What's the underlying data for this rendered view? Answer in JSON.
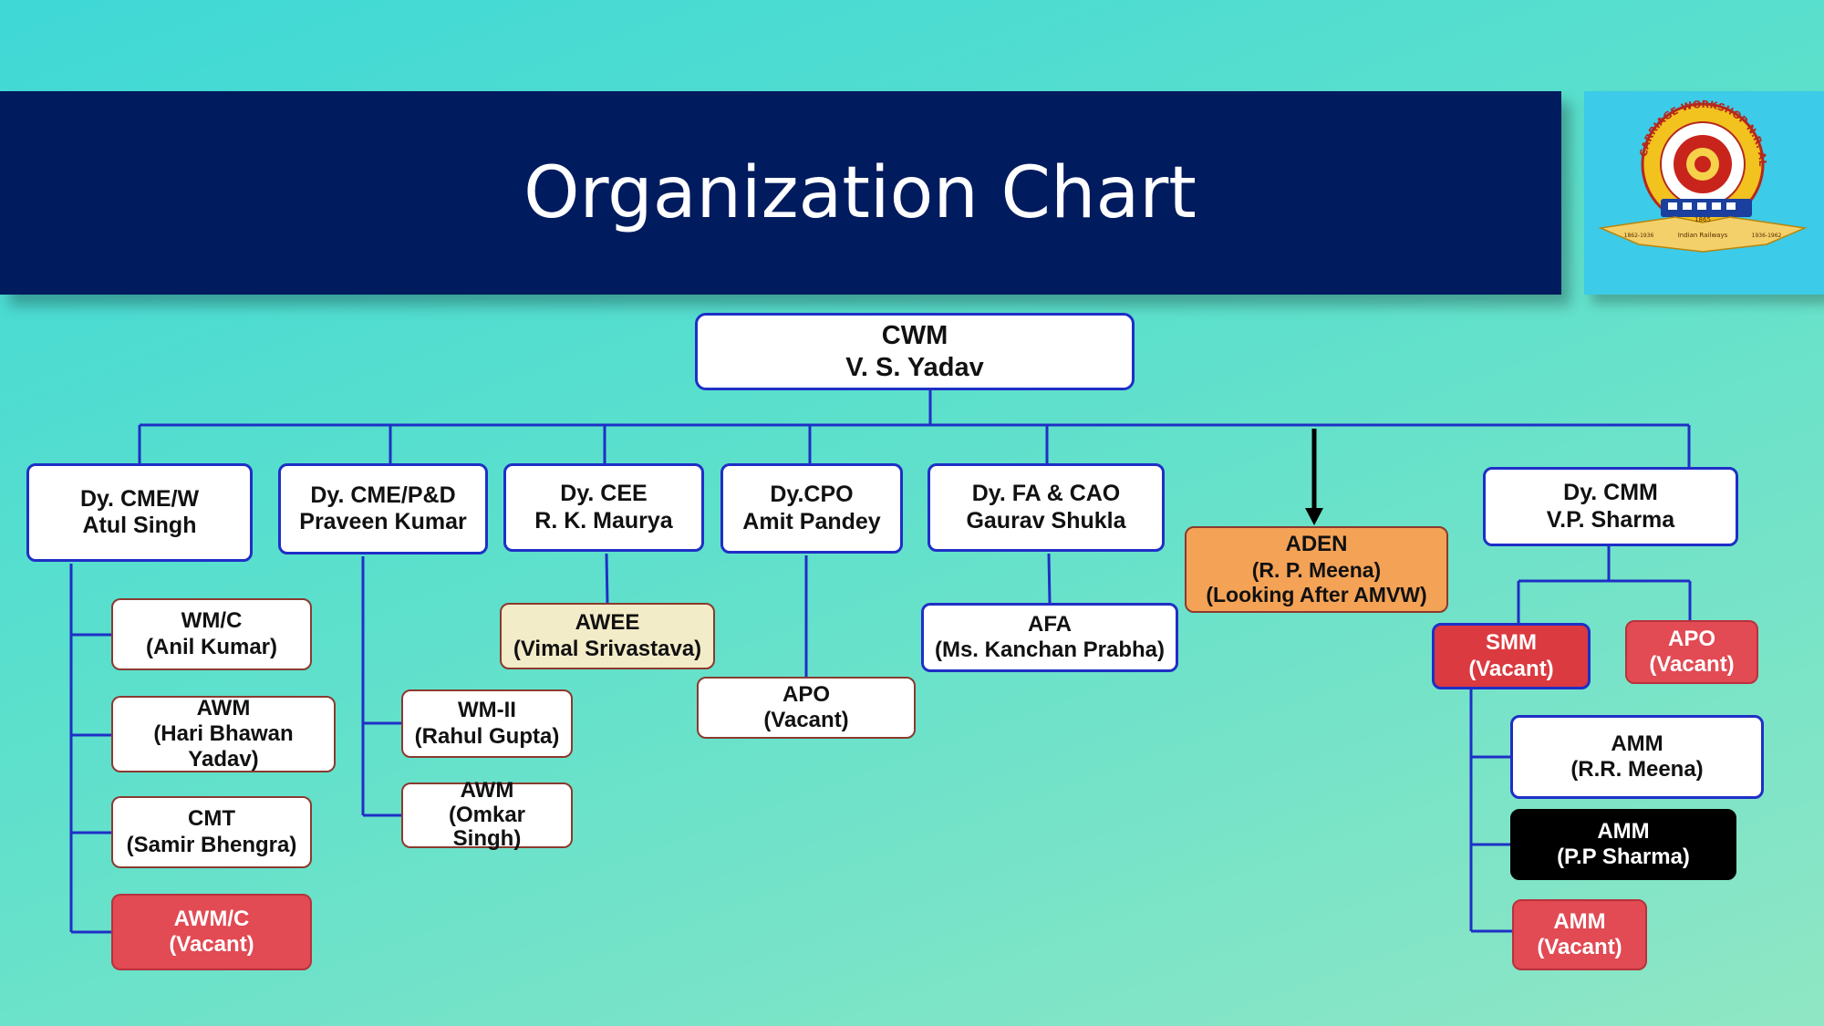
{
  "header": {
    "title": "Organization Chart"
  },
  "logo": {
    "ring_text": "CARRIAGE WORKSHOP N.R. ALAMBAGH",
    "tiny_text": [
      "1865",
      "Indian Railways",
      "1862-1936",
      "1936-1962"
    ]
  },
  "colors": {
    "header_bg": "#001b5e",
    "line": "#1f2fc6",
    "vacant": "#e24a54",
    "aden": "#f4a256",
    "awee": "#f3ecc8"
  },
  "org": {
    "root": {
      "title": "CWM",
      "name": "V. S. Yadav"
    },
    "cme_w": {
      "title": "Dy. CME/W",
      "name": "Atul Singh"
    },
    "cme_pd": {
      "title": "Dy. CME/P&D",
      "name": "Praveen Kumar"
    },
    "cee": {
      "title": "Dy. CEE",
      "name": "R. K. Maurya"
    },
    "cpo": {
      "title": "Dy.CPO",
      "name": "Amit Pandey"
    },
    "fa": {
      "title": "Dy. FA & CAO",
      "name": "Gaurav Shukla"
    },
    "aden": {
      "title": "ADEN",
      "name": "(R. P. Meena)",
      "note": "(Looking After AMVW)"
    },
    "cmm": {
      "title": "Dy. CMM",
      "name": "V.P. Sharma"
    },
    "wm_c": {
      "title": "WM/C",
      "name": "(Anil Kumar)"
    },
    "awm_hb": {
      "title": "AWM",
      "name": "(Hari Bhawan",
      "name2": "Yadav)"
    },
    "cmt": {
      "title": "CMT",
      "name": "(Samir Bhengra)"
    },
    "awm_c": {
      "title": "AWM/C",
      "name": "(Vacant)"
    },
    "wm2": {
      "title": "WM-II",
      "name": "(Rahul Gupta)"
    },
    "awm_os": {
      "title": "AWM",
      "name": "(Omkar",
      "name2": "Singh)"
    },
    "awee": {
      "title": "AWEE",
      "name": "(Vimal Srivastava)"
    },
    "apo_cpo": {
      "title": "APO",
      "name": "(Vacant)"
    },
    "afa": {
      "title": "AFA",
      "name": "(Ms. Kanchan Prabha)"
    },
    "smm": {
      "title": "SMM",
      "name": "(Vacant)"
    },
    "apo_cmm": {
      "title": "APO",
      "name": "(Vacant)"
    },
    "amm_rr": {
      "title": "AMM",
      "name": "(R.R. Meena)"
    },
    "amm_pp": {
      "title": "AMM",
      "name": "(P.P Sharma)"
    },
    "amm_v": {
      "title": "AMM",
      "name": "(Vacant)"
    }
  }
}
